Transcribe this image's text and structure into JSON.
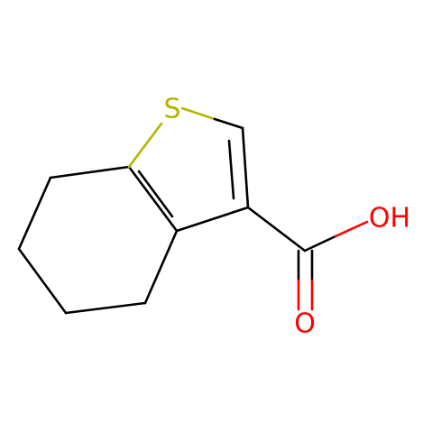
{
  "molecule": {
    "atoms": {
      "sulfur": {
        "label": "S",
        "color": "#b4b400"
      },
      "hydroxyl": {
        "label": "OH",
        "color": "#ff0000"
      },
      "carbonyl_oxygen": {
        "label": "O",
        "color": "#ff0000"
      }
    },
    "bond_color": "#000000"
  }
}
